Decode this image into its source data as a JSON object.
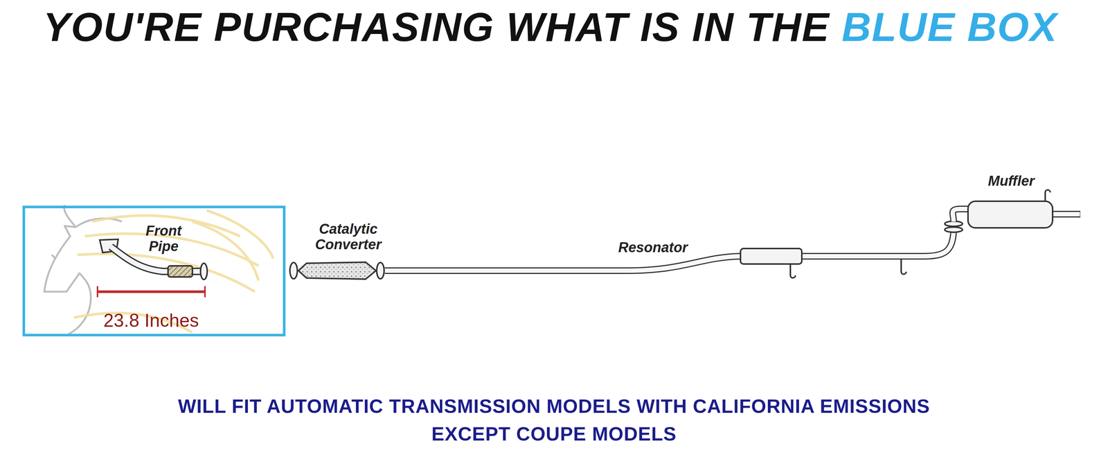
{
  "diagram": {
    "title": "YOU'RE PURCHASING WHAT IS IN THE BLUE BOX",
    "caption": "WILL FIT AUTOMATIC TRANSMISSION MODELS WITH CALIFORNIA EMISSIONS EXCEPT COUPE MODELS",
    "nodes": [
      {
        "text": [
          "Front Pipe",
          "23.8 Inches"
        ]
      }
    ],
    "labels": [
      "Catalytic Converter",
      "Resonator",
      "Muffler"
    ]
  }
}
